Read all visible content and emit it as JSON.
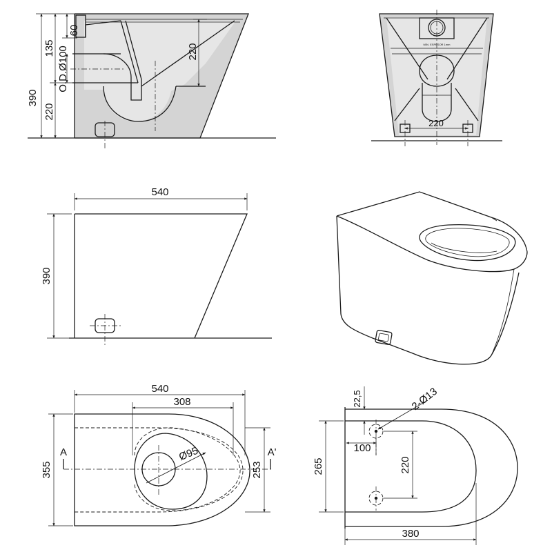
{
  "drawing": {
    "side_section": {
      "dims": [
        "60",
        "135",
        "O.D.Ø100",
        "220",
        "390",
        "220"
      ]
    },
    "front_view": {
      "tiny_label": "MIN. ESPESOR 1mm",
      "dims": [
        "220"
      ]
    },
    "side_elevation": {
      "dims": [
        "540",
        "390"
      ]
    },
    "isometric": {},
    "top_view": {
      "dims": [
        "540",
        "308",
        "355",
        "253",
        "Ø95"
      ],
      "section_marks": [
        "A",
        "A'"
      ]
    },
    "base_view": {
      "dims": [
        "22,5",
        "2-Ø13",
        "100",
        "265",
        "220",
        "380"
      ]
    }
  },
  "colors": {
    "line": "#1a1a1a",
    "fill": "#d4d4d4"
  }
}
